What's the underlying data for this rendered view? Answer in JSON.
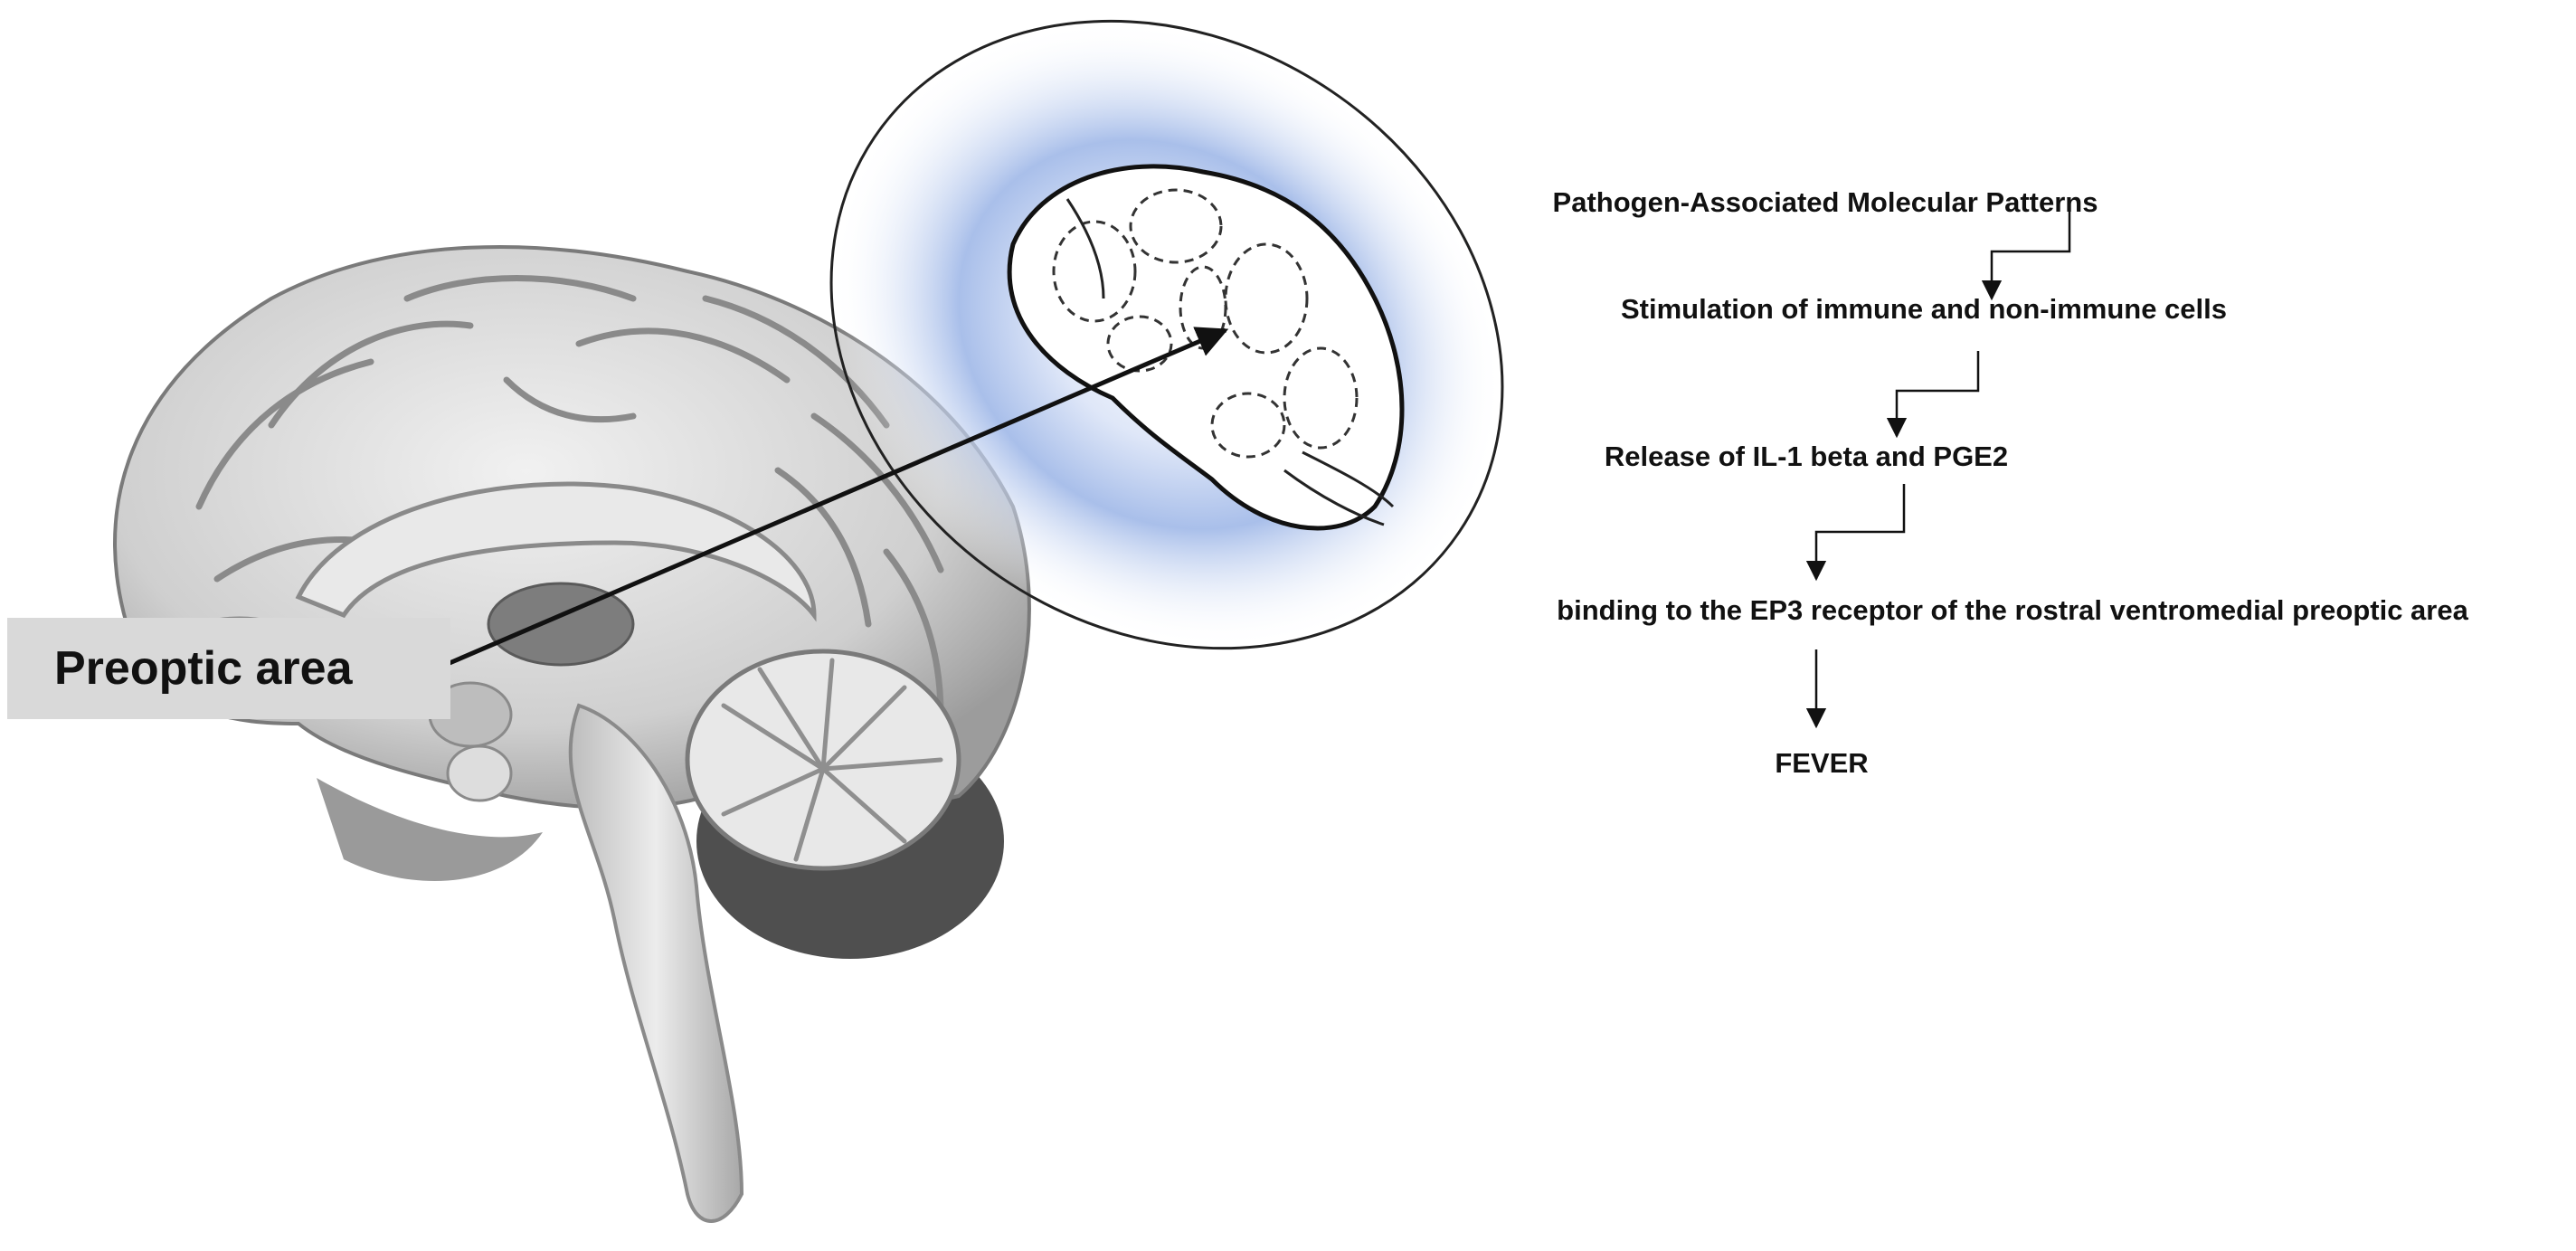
{
  "region_label": "Preoptic area",
  "flow_steps": [
    "Pathogen-Associated Molecular Patterns",
    "Stimulation of immune and non-immune cells",
    "Release of IL-1 beta and PGE2",
    "binding to the EP3 receptor of the rostral ventromedial preoptic area",
    "FEVER"
  ],
  "colors": {
    "halo": "#9fb6e6",
    "brain_light": "#e6e6e6",
    "brain_mid": "#b9b9b9",
    "brain_dark": "#6e6e6e",
    "label_bg": "#d9d9d9",
    "arrow": "#111111"
  }
}
